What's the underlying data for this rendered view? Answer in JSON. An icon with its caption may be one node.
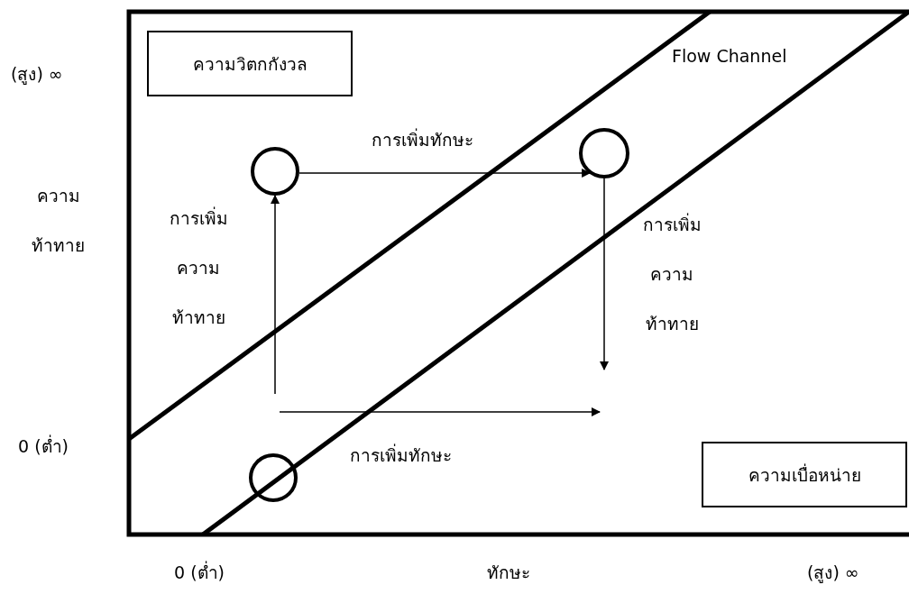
{
  "diagram": {
    "nodes": [
      {
        "text": [
          "ความวิตกกังวล"
        ]
      },
      {
        "text": [
          "ความเบื่อหน่าย"
        ]
      },
      {
        "text": [],
        "shape": "circle"
      },
      {
        "text": [],
        "shape": "circle"
      },
      {
        "text": [],
        "shape": "circle"
      }
    ],
    "edges": [
      {
        "from": 2,
        "to": 3,
        "arrow": "to",
        "label": "การเพิ่มทักษะ"
      },
      {
        "from": null,
        "to": 2,
        "arrow": "to",
        "label": "การเพิ่มความท้าทาย"
      },
      {
        "from": 3,
        "to": null,
        "arrow": "to",
        "label": "การเพิ่มความท้าทาย"
      }
    ],
    "labels": [
      "(สูง) ∞",
      "Flow Channel",
      "ความท้าทาย",
      "0 (ต่ำ)",
      "การเพิ่มทักษะ",
      "0 (ต่ำ)",
      "ทักษะ",
      "(สูง) ∞"
    ]
  }
}
